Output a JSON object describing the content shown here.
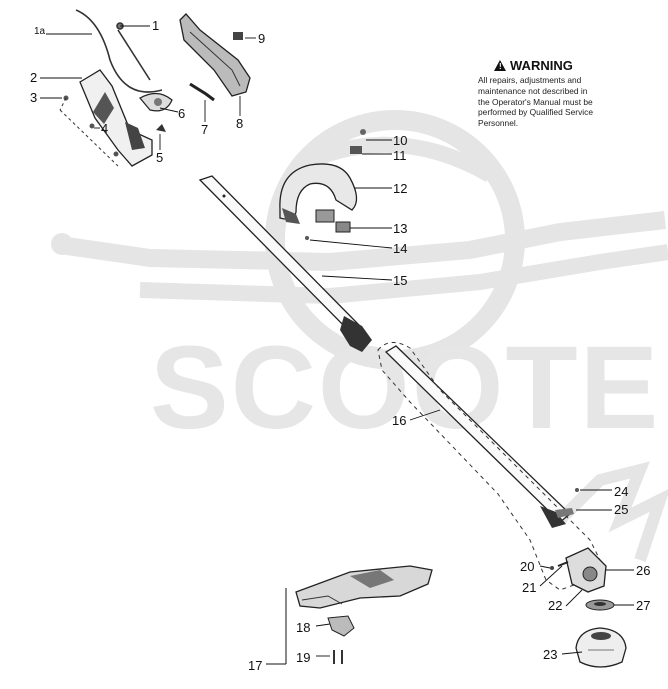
{
  "watermark": {
    "text": "SCOOTER"
  },
  "warning": {
    "title": "WARNING",
    "icon": "warning-triangle-icon",
    "lines": [
      "All repairs, adjustments and",
      "maintenance not described in",
      "the Operator's Manual must be",
      "performed by Qualified Service",
      "Personnel."
    ]
  },
  "callouts": {
    "c1a": "1a",
    "c1": "1",
    "c2": "2",
    "c3": "3",
    "c4": "4",
    "c5": "5",
    "c6": "6",
    "c7": "7",
    "c8": "8",
    "c9": "9",
    "c10": "10",
    "c11": "11",
    "c12": "12",
    "c13": "13",
    "c14": "14",
    "c15": "15",
    "c16": "16",
    "c17": "17",
    "c18": "18",
    "c19": "19",
    "c20": "20",
    "c21": "21",
    "c22": "22",
    "c23": "23",
    "c24": "24",
    "c25": "25",
    "c26": "26",
    "c27": "27"
  }
}
